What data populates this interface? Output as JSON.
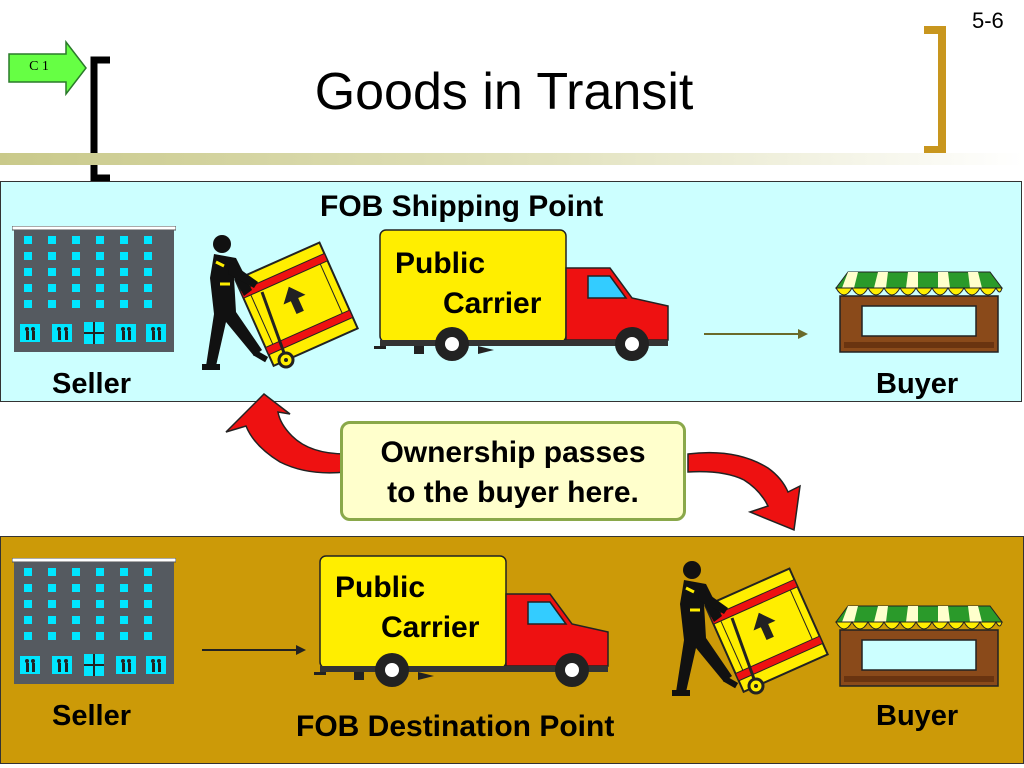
{
  "slide": {
    "number": "5-6",
    "tag": "C 1",
    "title": "Goods in Transit"
  },
  "top_panel": {
    "heading": "FOB Shipping Point",
    "seller_label": "Seller",
    "buyer_label": "Buyer",
    "truck_line1": "Public",
    "truck_line2": "Carrier"
  },
  "callout": {
    "line1": "Ownership passes",
    "line2": "to the buyer here."
  },
  "bottom_panel": {
    "heading": "FOB Destination Point",
    "seller_label": "Seller",
    "buyer_label": "Buyer",
    "truck_line1": "Public",
    "truck_line2": "Carrier"
  },
  "colors": {
    "top_panel_bg": "#ccffff",
    "bottom_panel_bg": "#cc9a08",
    "bracket": "#c8961e",
    "callout_bg": "#ffffcc",
    "callout_border": "#8aa84a",
    "arrow_red": "#ee1111",
    "truck_yellow": "#ffee00",
    "truck_red": "#ee1111",
    "awning_green": "#2a9a2a"
  },
  "icons": [
    "building-icon",
    "worker-dolly-icon",
    "truck-icon",
    "store-icon",
    "curved-arrow-icon",
    "c1-arrow-icon"
  ]
}
